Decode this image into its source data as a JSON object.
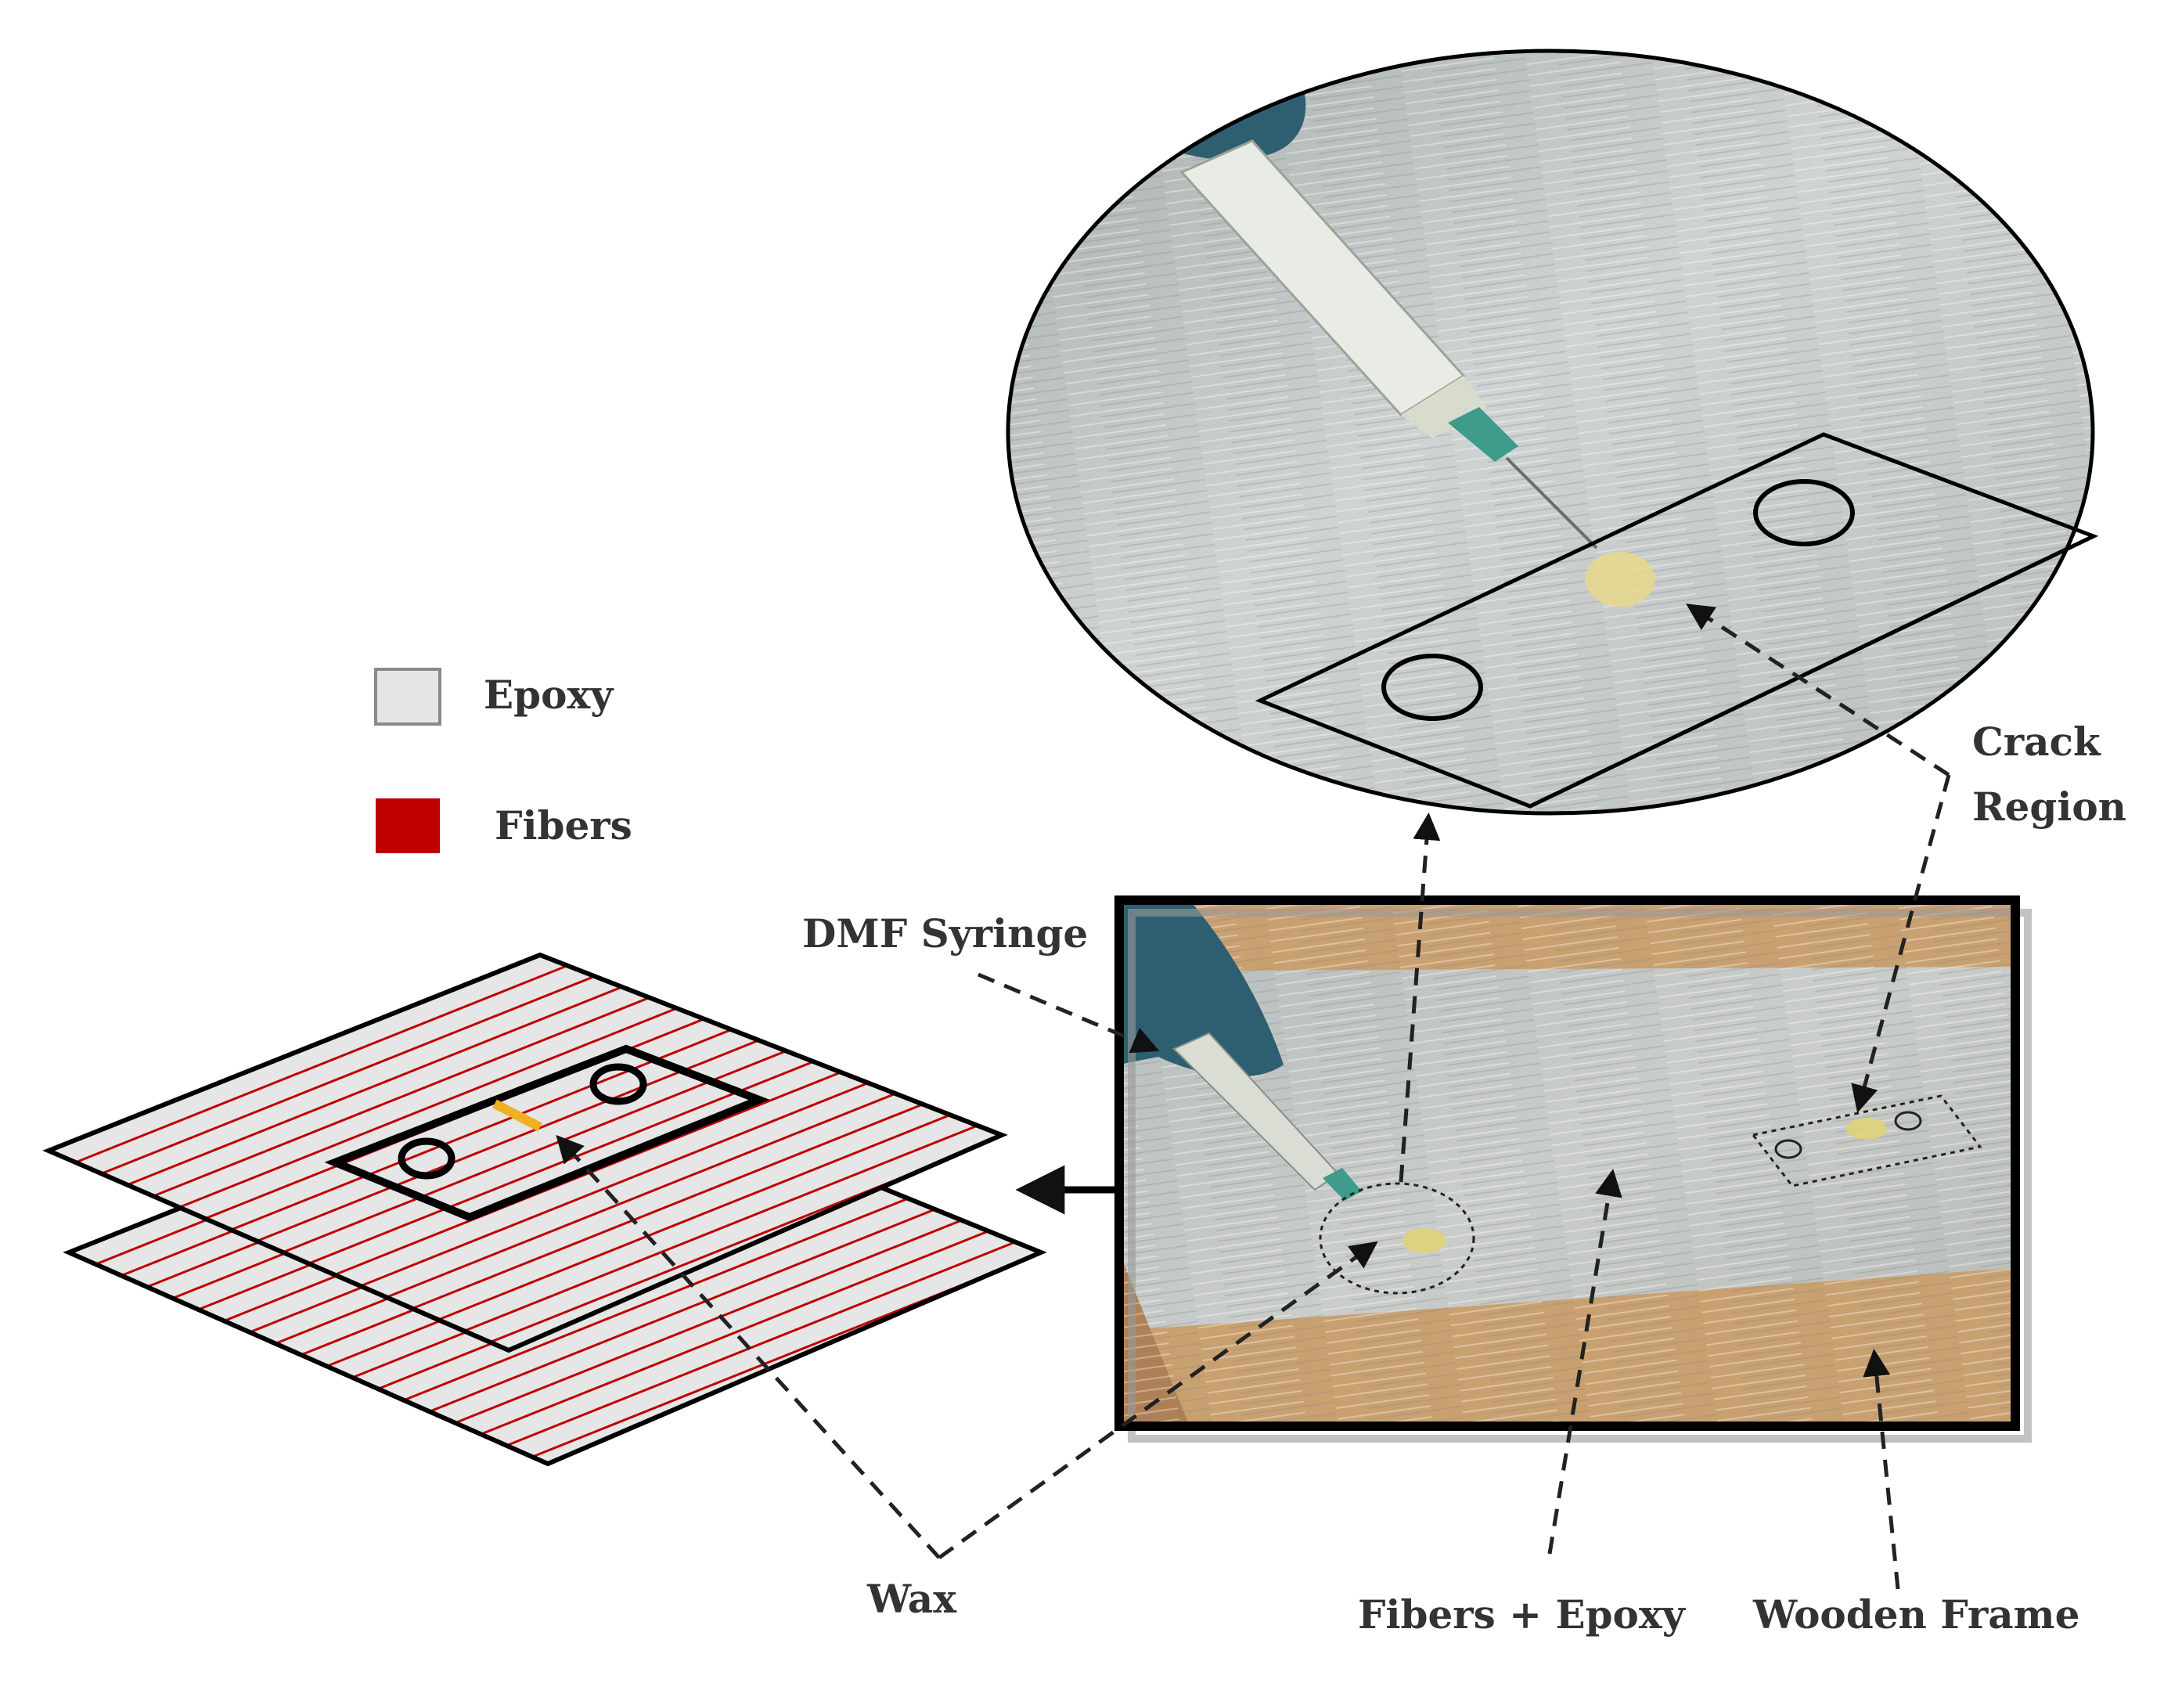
{
  "legend": {
    "items": [
      {
        "label": "Epoxy",
        "color": "#e6e6e6"
      },
      {
        "label": "Fibers",
        "color": "#c00000"
      }
    ]
  },
  "labels": {
    "dmf_syringe": "DMF Syringe",
    "crack_region_line1": "Crack",
    "crack_region_line2": "Region",
    "wax": "Wax",
    "fibers_epoxy": "Fibers + Epoxy",
    "wooden_frame": "Wooden Frame"
  },
  "colors": {
    "epoxy": "#e6e6e6",
    "fiber": "#c00000",
    "wax": "#f0b020",
    "wood": "#c9a070",
    "glove": "#2e5f70"
  }
}
